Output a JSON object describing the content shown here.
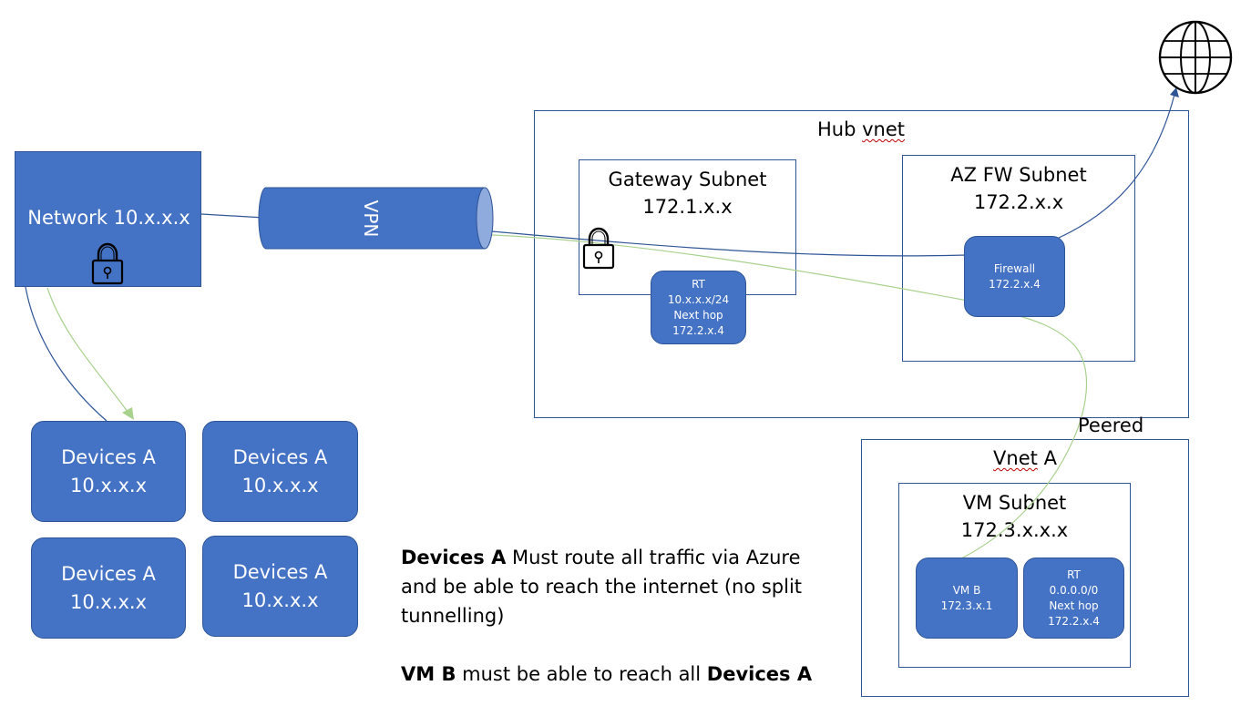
{
  "network": {
    "label": "Network 10.x.x.x"
  },
  "vpn": {
    "label": "VPN"
  },
  "hub": {
    "title_word": "Hub",
    "title_rest": "vnet",
    "gateway": {
      "line1": "Gateway Subnet",
      "line2": "172.1.x.x"
    },
    "gateway_rt": {
      "line1": "RT",
      "line2": "10.x.x.x/24",
      "line3": "Next hop",
      "line4": "172.2.x.4"
    },
    "fw_subnet": {
      "line1": "AZ FW Subnet",
      "line2": "172.2.x.x"
    },
    "firewall": {
      "line1": "Firewall",
      "line2": "172.2.x.4"
    }
  },
  "peered_label": "Peered",
  "vnet_a": {
    "title_word": "Vnet",
    "title_rest": "A",
    "vm_subnet": {
      "line1": "VM Subnet",
      "line2": "172.3.x.x.x"
    },
    "vm_b": {
      "line1": "VM B",
      "line2": "172.3.x.1"
    },
    "rt": {
      "line1": "RT",
      "line2": "0.0.0.0/0",
      "line3": "Next hop",
      "line4": "172.2.x.4"
    }
  },
  "devices": [
    {
      "name": "Devices A",
      "ip": "10.x.x.x"
    },
    {
      "name": "Devices A",
      "ip": "10.x.x.x"
    },
    {
      "name": "Devices A",
      "ip": "10.x.x.x"
    },
    {
      "name": "Devices A",
      "ip": "10.x.x.x"
    }
  ],
  "notes": {
    "line1_bold": "Devices A",
    "line1_rest": " Must route all traffic via Azure",
    "line2": "and be able to reach the internet (no split",
    "line3": "tunnelling)",
    "line4_bold1": "VM B",
    "line4_mid": " must be able to reach all ",
    "line4_bold2": "Devices A"
  },
  "colors": {
    "accent": "#4472c4",
    "border": "#2f5597",
    "green_path": "#a9d18e"
  },
  "icons": [
    "lock-icon",
    "globe-icon"
  ]
}
